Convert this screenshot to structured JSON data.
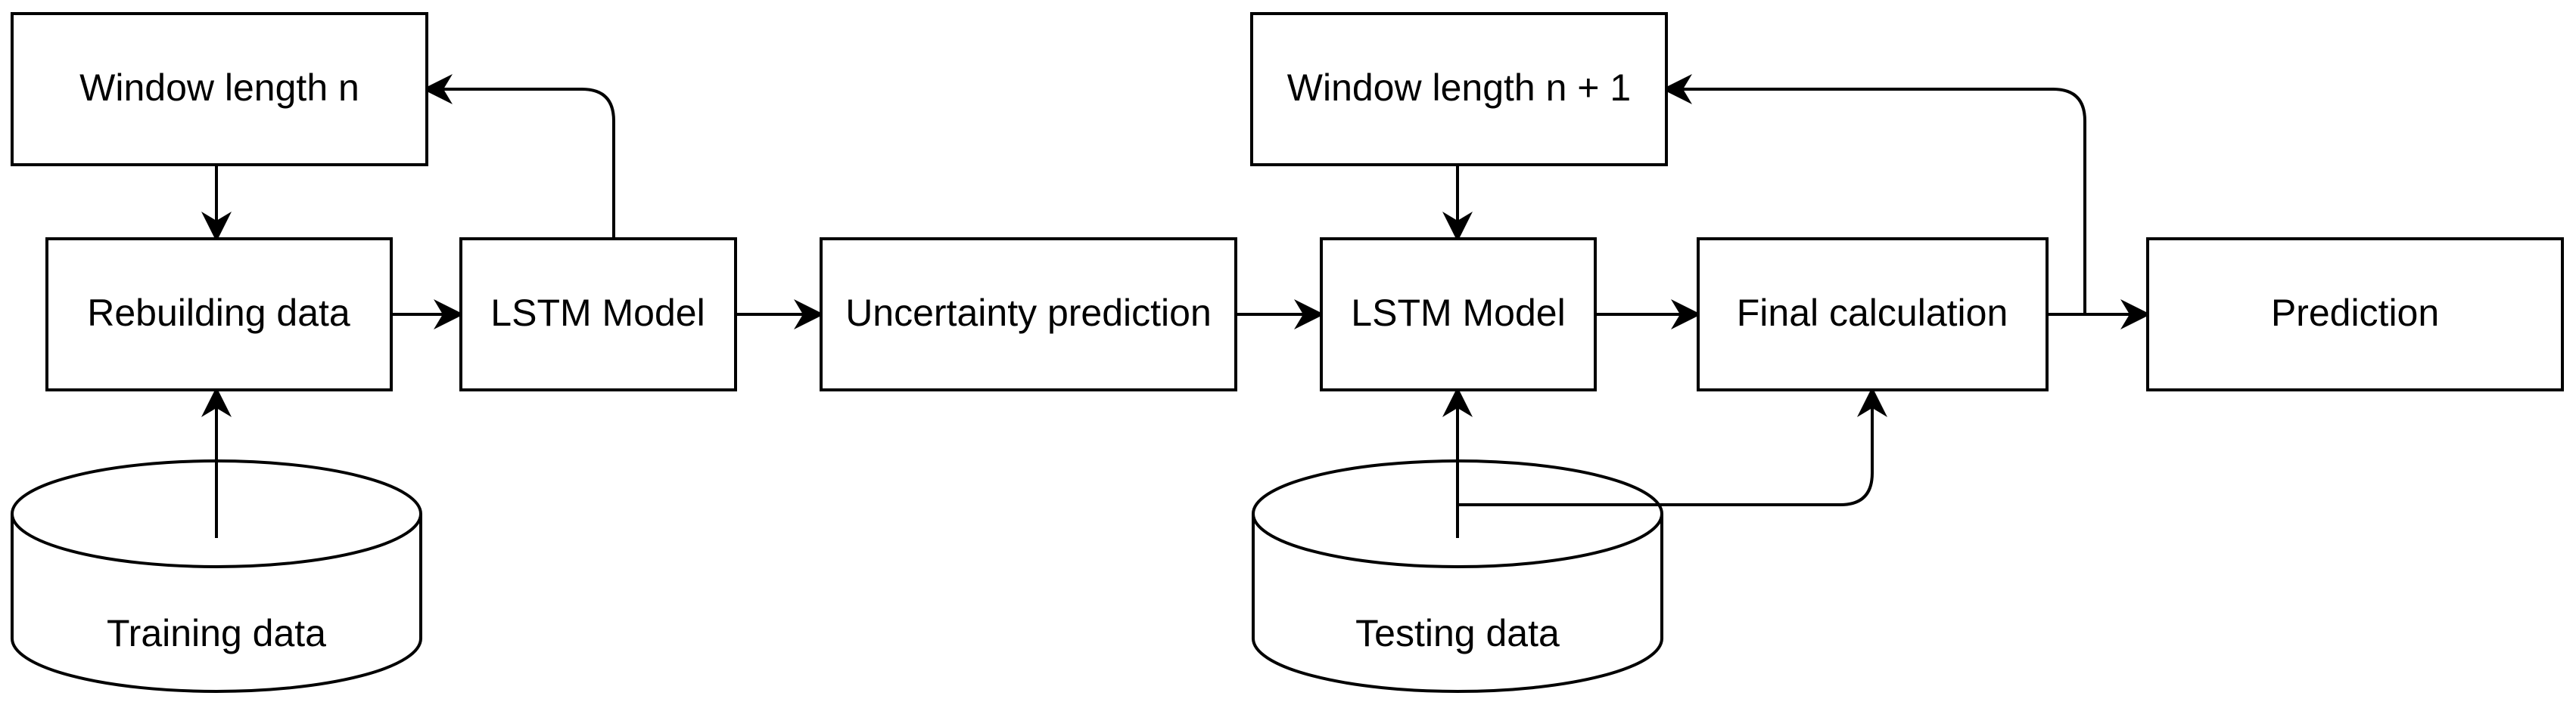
{
  "nodes": {
    "window_n": "Window length n",
    "rebuilding": "Rebuilding data",
    "lstm_1": "LSTM Model",
    "uncertainty": "Uncertainty prediction",
    "window_n1": "Window length n + 1",
    "lstm_2": "LSTM Model",
    "final_calc": "Final calculation",
    "prediction": "Prediction",
    "training_data": "Training data",
    "testing_data": "Testing data"
  }
}
